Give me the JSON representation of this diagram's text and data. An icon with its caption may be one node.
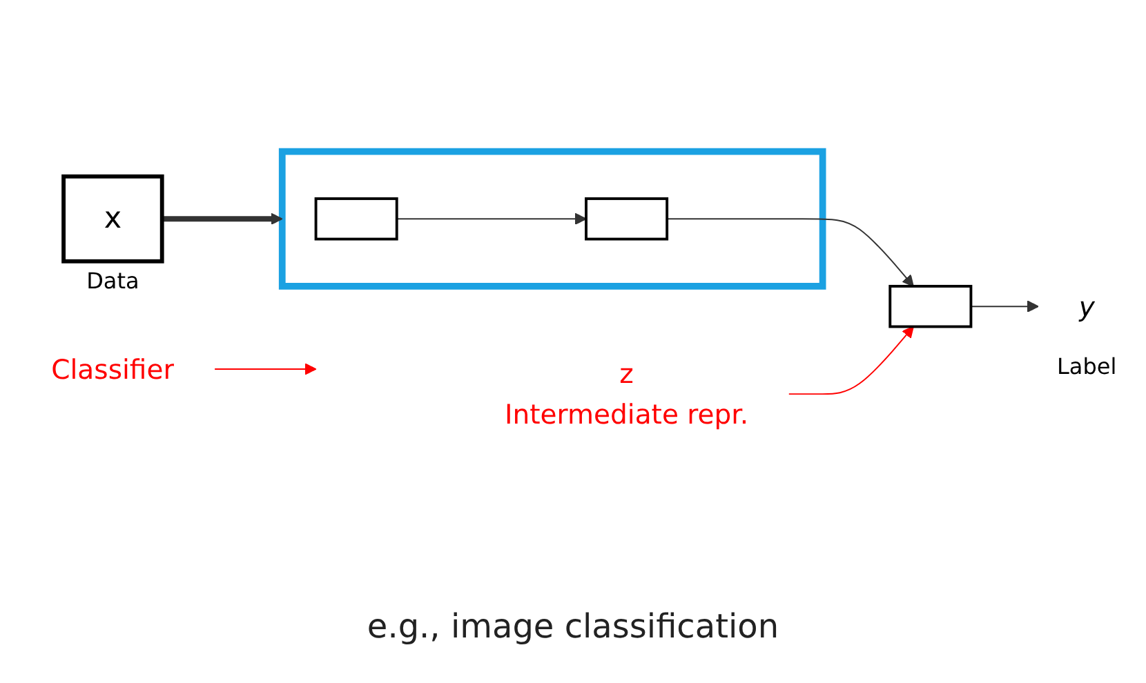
{
  "diagram": {
    "nodes": [
      {
        "text": [
          "x"
        ],
        "beside": [
          "Data"
        ]
      },
      {
        "text": [],
        "shape": "box"
      },
      {
        "text": [],
        "shape": "box",
        "in": 1
      },
      {
        "text": [],
        "shape": "box",
        "in": 1
      },
      {
        "text": [],
        "shape": "box"
      },
      {
        "text": [
          "z",
          "Intermediate repr."
        ]
      },
      {
        "text": [
          "y"
        ],
        "beside": [
          "Label"
        ]
      },
      {
        "text": [
          "Classifier"
        ]
      }
    ],
    "edges": [
      {
        "from": 0,
        "to": 1,
        "arrow": "to",
        "style": "thick"
      },
      {
        "from": 2,
        "to": 3,
        "arrow": "to"
      },
      {
        "from": 3,
        "to": 4,
        "arrow": "to"
      },
      {
        "from": 4,
        "to": 6,
        "arrow": "to"
      },
      {
        "from": 5,
        "to": 4,
        "arrow": "to",
        "color": "#ff0000"
      },
      {
        "from": 7,
        "to": null,
        "arrow": "to",
        "color": "#ff0000"
      }
    ],
    "labels": [
      "e.g., image classification"
    ]
  }
}
